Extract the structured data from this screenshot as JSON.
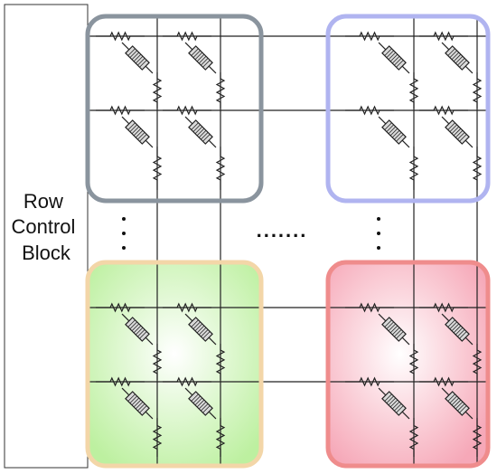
{
  "row_control_block": {
    "lines": [
      "Row",
      "Control",
      "Block"
    ]
  },
  "blocks": [
    {
      "name": "top-left",
      "border": "#8a949e",
      "fill_center": "#ffffff",
      "fill_edge": "#ffffff"
    },
    {
      "name": "top-right",
      "border": "#b0b4f0",
      "fill_center": "#ffffff",
      "fill_edge": "#ffffff"
    },
    {
      "name": "bottom-left",
      "border": "#f3d6a8",
      "fill_center": "#ffffff",
      "fill_edge": "#bdf0a0"
    },
    {
      "name": "bottom-right",
      "border": "#ef8c8c",
      "fill_center": "#ffffff",
      "fill_edge": "#f6a8b8"
    }
  ],
  "ellipsis": {
    "horizontal": ".......",
    "vertical_dots": 3
  },
  "colors": {
    "wire": "#222222",
    "memristor_fill": "#d9d9d9"
  }
}
